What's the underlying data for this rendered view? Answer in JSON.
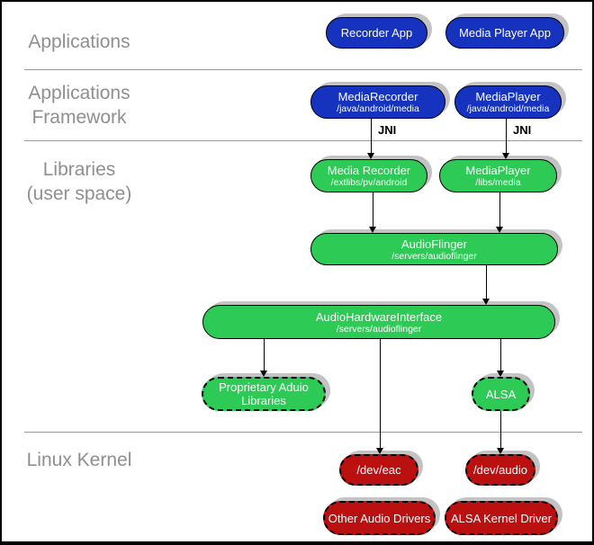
{
  "layers": {
    "applications": {
      "label": "Applications"
    },
    "framework": {
      "lines": [
        "Applications",
        "Framework"
      ]
    },
    "libraries": {
      "lines": [
        "Libraries",
        "(user space)"
      ]
    },
    "kernel": {
      "label": "Linux Kernel"
    }
  },
  "jni": {
    "left": "JNI",
    "right": "JNI"
  },
  "nodes": {
    "recorder_app": {
      "label": "Recorder App"
    },
    "media_player_app": {
      "label": "Media Player App"
    },
    "media_recorder_fw": {
      "label": "MediaRecorder",
      "path": "/java/android/media"
    },
    "media_player_fw": {
      "label": "MediaPlayer",
      "path": "/java/android/media"
    },
    "media_recorder_lib": {
      "label": "Media Recorder",
      "path": "/extlibs/pv/android"
    },
    "media_player_lib": {
      "label": "MediaPlayer",
      "path": "/libs/media"
    },
    "audio_flinger": {
      "label": "AudioFlinger",
      "path": "/servers/audioflinger"
    },
    "audio_hardware_interface": {
      "label": "AudioHardwareInterface",
      "path": "/servers/audioflinger"
    },
    "proprietary_audio_libraries": {
      "lines": [
        "Proprietary Aduio",
        "Libraries"
      ]
    },
    "alsa": {
      "label": "ALSA"
    },
    "dev_eac": {
      "label": "/dev/eac"
    },
    "dev_audio": {
      "label": "/dev/audio"
    },
    "other_audio_drivers": {
      "label": "Other Audio Drivers"
    },
    "alsa_kernel_driver": {
      "label": "ALSA Kernel Driver"
    }
  },
  "colors": {
    "app_blue": "#1533BF",
    "lib_green": "#2DCA55",
    "kernel_red": "#BB1010",
    "shadow_gray": "#C3C3C3",
    "label_gray": "#8F8F8F",
    "divider_gray": "#9A9A9A"
  }
}
